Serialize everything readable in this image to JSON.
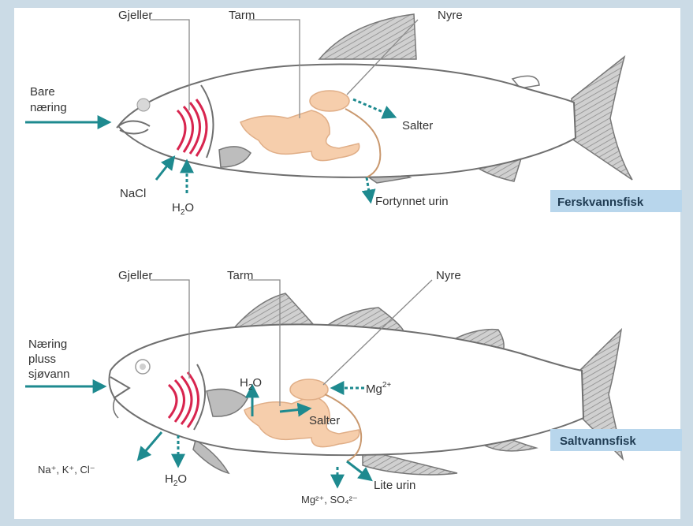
{
  "colors": {
    "frame": "#cbdbe6",
    "tag_fill": "#b8d6ec",
    "arrow": "#1e8a8f",
    "gills": "#d8254f",
    "organ": "#f6ceac",
    "organ_dark": "#e0ae87",
    "fin": "#bdbdbd"
  },
  "top": {
    "labels": {
      "gjeller": "Gjeller",
      "tarm": "Tarm",
      "nyre": "Nyre",
      "intake_line1": "Bare",
      "intake_line2": "næring",
      "salter": "Salter",
      "nacl": "NaCl",
      "h2o": "H",
      "h2o_sub": "2",
      "h2o_end": "O",
      "urine": "Fortynnet urin"
    },
    "tag": "Ferskvannsfisk"
  },
  "bottom": {
    "labels": {
      "gjeller": "Gjeller",
      "tarm": "Tarm",
      "nyre": "Nyre",
      "intake_line1": "Næring",
      "intake_line2": "pluss",
      "intake_line3": "sjøvann",
      "h2o_in_1": "H",
      "h2o_in_sub": "2",
      "h2o_in_2": "O",
      "salter": "Salter",
      "mg": "Mg",
      "mg_sup": "2+",
      "ions": "Na⁺, K⁺, Cl⁻",
      "h2o_out_1": "H",
      "h2o_out_sub": "2",
      "h2o_out_2": "O",
      "excreted": "Mg²⁺, SO₄²⁻",
      "urine": "Lite urin"
    },
    "tag": "Saltvannsfisk"
  }
}
